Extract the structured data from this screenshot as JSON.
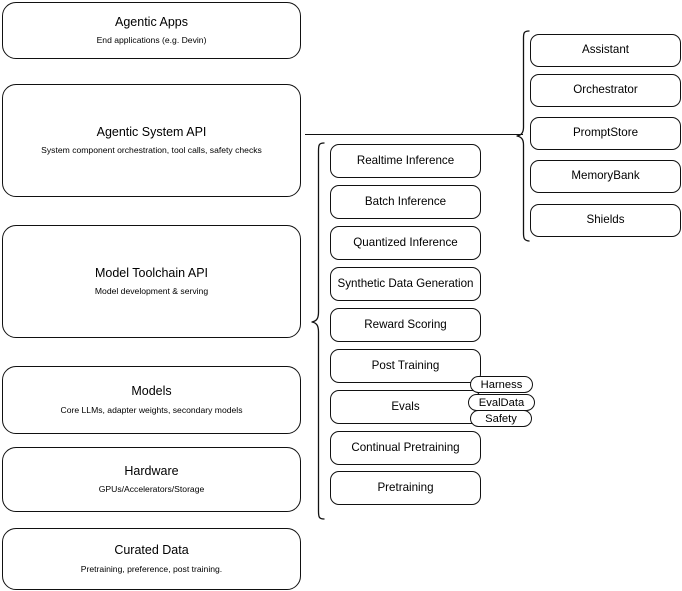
{
  "diagram": {
    "title": "AI stack layered architecture diagram",
    "stroke_color": "#111111",
    "background_color": "#ffffff"
  },
  "layers": [
    {
      "id": "agentic-apps",
      "title": "Agentic Apps",
      "subtitle": "End applications (e.g. Devin)"
    },
    {
      "id": "agentic-system-api",
      "title": "Agentic System API",
      "subtitle": "System component orchestration, tool calls, safety checks"
    },
    {
      "id": "model-toolchain-api",
      "title": "Model Toolchain API",
      "subtitle": "Model development & serving"
    },
    {
      "id": "models",
      "title": "Models",
      "subtitle": "Core LLMs, adapter weights, secondary models"
    },
    {
      "id": "hardware",
      "title": "Hardware",
      "subtitle": "GPUs/Accelerators/Storage"
    },
    {
      "id": "curated-data",
      "title": "Curated Data",
      "subtitle": "Pretraining, preference, post training."
    }
  ],
  "toolchain_capabilities": [
    {
      "id": "realtime-inference",
      "label": "Realtime Inference"
    },
    {
      "id": "batch-inference",
      "label": "Batch Inference"
    },
    {
      "id": "quantized-inference",
      "label": "Quantized Inference"
    },
    {
      "id": "synthetic-data-generation",
      "label": "Synthetic Data Generation"
    },
    {
      "id": "reward-scoring",
      "label": "Reward Scoring"
    },
    {
      "id": "post-training",
      "label": "Post Training"
    },
    {
      "id": "evals",
      "label": "Evals"
    },
    {
      "id": "continual-pretraining",
      "label": "Continual Pretraining"
    },
    {
      "id": "pretraining",
      "label": "Pretraining"
    }
  ],
  "eval_tags": [
    {
      "id": "harness",
      "label": "Harness"
    },
    {
      "id": "evaldata",
      "label": "EvalData"
    },
    {
      "id": "safety",
      "label": "Safety"
    }
  ],
  "system_components": [
    {
      "id": "assistant",
      "label": "Assistant"
    },
    {
      "id": "orchestrator",
      "label": "Orchestrator"
    },
    {
      "id": "promptstore",
      "label": "PromptStore"
    },
    {
      "id": "memorybank",
      "label": "MemoryBank"
    },
    {
      "id": "shields",
      "label": "Shields"
    }
  ]
}
